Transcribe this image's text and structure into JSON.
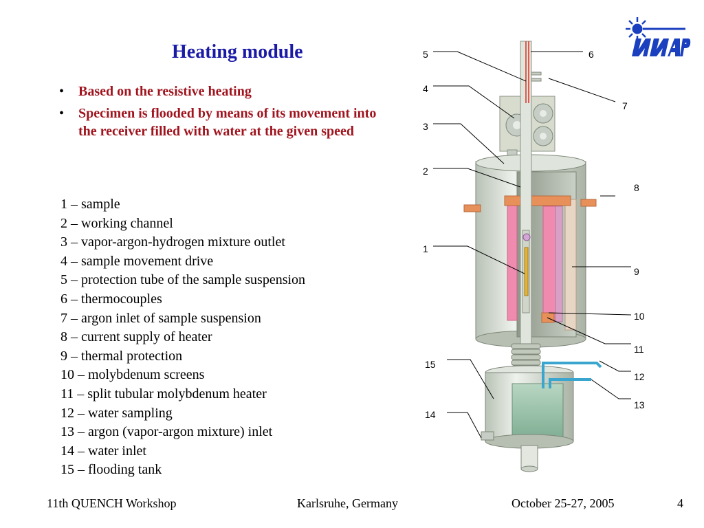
{
  "slide": {
    "title": "Heating module",
    "bullets": [
      "Based on the resistive heating",
      "Specimen is flooded by means of its movement into the receiver filled with water at the given speed"
    ],
    "bullet_marker": "•",
    "legend": [
      "1 – sample",
      "2 – working channel",
      "3 – vapor-argon-hydrogen mixture outlet",
      "4 – sample movement drive",
      "5 – protection tube of the sample suspension",
      "6 – thermocouples",
      "7 – argon inlet of sample suspension",
      "8 – current supply of heater",
      "9 – thermal protection",
      "10 – molybdenum screens",
      "11 – split tubular molybdenum heater",
      "12 – water sampling",
      "13 – argon (vapor-argon mixture) inlet",
      "14 – water inlet",
      "15 – flooding tank"
    ]
  },
  "diagram": {
    "labels": [
      "5",
      "6",
      "4",
      "7",
      "3",
      "2",
      "8",
      "1",
      "9",
      "10",
      "11",
      "15",
      "12",
      "13",
      "14"
    ]
  },
  "footer": {
    "left": "11th QUENCH Workshop",
    "center": "Karlsruhe, Germany",
    "right": "October 25-27, 2005",
    "page": "4"
  },
  "colors": {
    "title": "#1a1aa6",
    "bullets": "#a0141e",
    "logo": "#1a3fbf"
  }
}
